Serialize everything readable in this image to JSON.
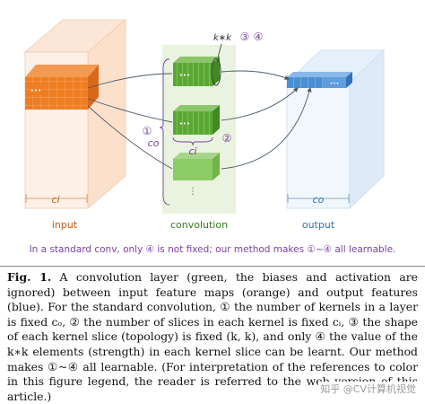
{
  "figure": {
    "labels": {
      "input": "input",
      "convolution": "convolution",
      "output": "output",
      "ci_input": "ci",
      "ci_conv": "ci",
      "co_left": "co",
      "co_output": "co",
      "kxk": "k∗k",
      "dots": "•••",
      "num1": "①",
      "num2": "②",
      "num3": "③",
      "num4": "④"
    },
    "subcaption": "In a standard conv, only ④ is not fixed; our method makes ①~④ all learnable.",
    "colors": {
      "input_orange": "#ef7d22",
      "conv_green": "#5aa833",
      "output_blue": "#4a8fd4",
      "purple": "#7a3fa0",
      "conv_panel": "#e9f3df"
    }
  },
  "caption": {
    "label": "Fig. 1.",
    "text": "A convolution layer (green, the biases and activation are ignored) between input feature maps (orange) and output features (blue). For the standard convolution, ① the number of kernels in a layer is fixed cₒ, ② the number of slices in each kernel is fixed cᵢ, ③ the shape of each kernel slice (topology) is fixed (k, k), and only ④ the value of the k∗k elements (strength) in each kernel slice can be learnt. Our method makes ①~④ all learnable. (For interpretation of the references to color in this figure legend, the reader is referred to the web version of this article.)"
  },
  "watermark": "知乎 @CV计算机视觉"
}
